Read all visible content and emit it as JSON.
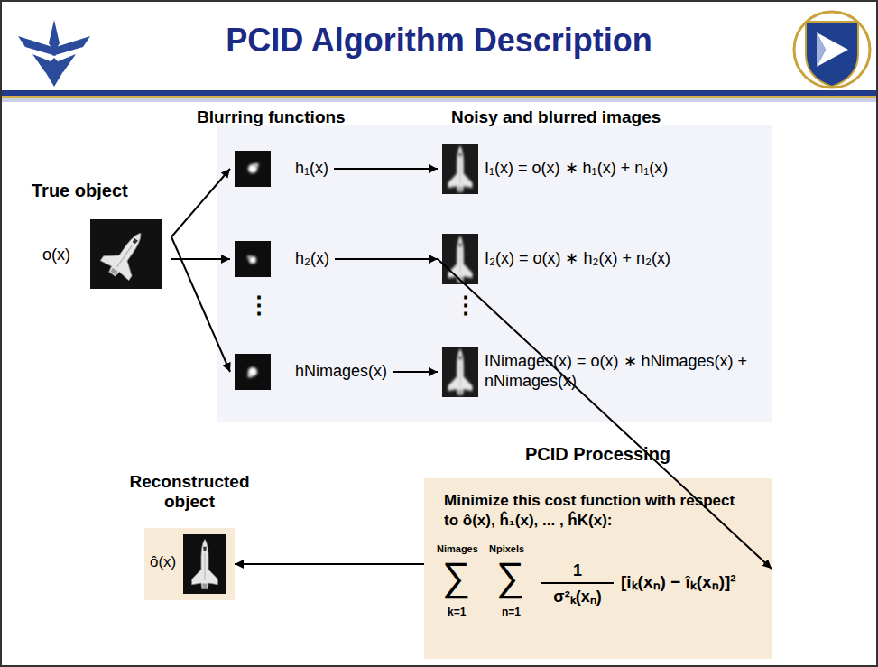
{
  "diagram": {
    "title": "PCID Algorithm Description",
    "nodes": [
      {
        "text": [
          "True object",
          "o(x)"
        ]
      },
      {
        "text": [
          "h₁(x)"
        ]
      },
      {
        "text": [
          "h₂(x)"
        ]
      },
      {
        "text": [
          "hNimages(x)"
        ]
      },
      {
        "text": [
          "I₁(x) = o(x) ∗ h₁(x) + n₁(x)"
        ]
      },
      {
        "text": [
          "I₂(x) = o(x) ∗ h₂(x) + n₂(x)"
        ]
      },
      {
        "text": [
          "INimages(x) = o(x) ∗ hNimages(x) + nNimages(x)"
        ]
      },
      {
        "text": [
          "PCID Processing",
          "Minimize this cost function with respect to ô(x), ĥ₁(x), ... , ĥK(x):",
          "∑",
          "Nimages",
          "k=1",
          "∑",
          "Npixels",
          "n=1",
          "1",
          "σ²ₖ(xₙ)",
          "[iₖ(xₙ) − îₖ(xₙ)]²"
        ]
      },
      {
        "text": [
          "Reconstructed object",
          "ô(x)"
        ]
      }
    ],
    "edges": [
      {
        "from": 0,
        "to": 1,
        "arrow": "to"
      },
      {
        "from": 0,
        "to": 2,
        "arrow": "to"
      },
      {
        "from": 0,
        "to": 3,
        "arrow": "to"
      },
      {
        "from": 1,
        "to": 4,
        "arrow": "to"
      },
      {
        "from": 2,
        "to": 5,
        "arrow": "to"
      },
      {
        "from": 3,
        "to": 6,
        "arrow": "to"
      },
      {
        "from": 5,
        "to": 7,
        "arrow": "to"
      },
      {
        "from": 7,
        "to": 8,
        "arrow": "to"
      }
    ],
    "labels": [
      "Blurring functions",
      "Noisy and blurred images",
      "⋮",
      "⋮"
    ]
  }
}
